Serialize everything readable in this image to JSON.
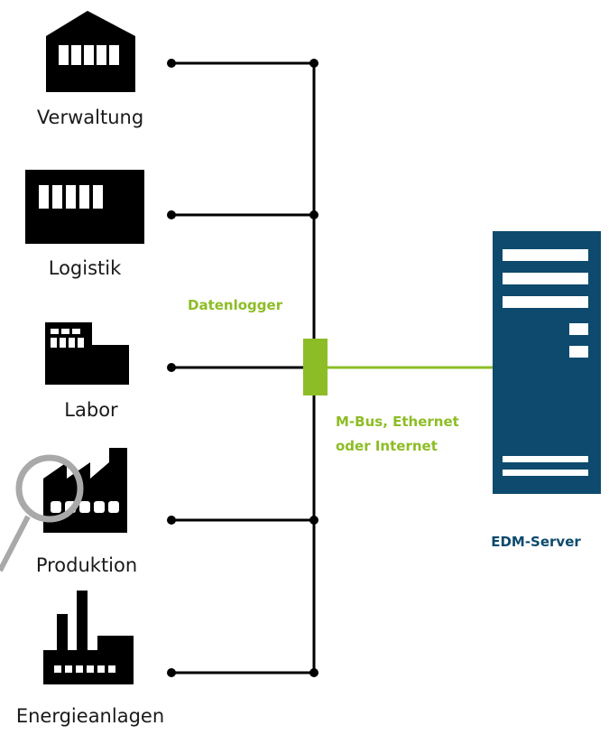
{
  "buildings": [
    {
      "id": "verwaltung",
      "label": "Verwaltung",
      "icon": "office-building-icon"
    },
    {
      "id": "logistik",
      "label": "Logistik",
      "icon": "warehouse-icon"
    },
    {
      "id": "labor",
      "label": "Labor",
      "icon": "lab-building-icon"
    },
    {
      "id": "produktion",
      "label": "Produktion",
      "icon": "factory-icon"
    },
    {
      "id": "energieanlagen",
      "label": "Energieanlagen",
      "icon": "power-plant-icon"
    }
  ],
  "datalogger": {
    "label": "Datenlogger"
  },
  "connection": {
    "line1": "M-Bus, Ethernet",
    "line2": "oder Internet"
  },
  "server": {
    "label": "EDM-Server",
    "icon": "server-tower-icon"
  },
  "decoration": {
    "icon": "magnifier-icon"
  },
  "colors": {
    "line": "#000000",
    "icon": "#000000",
    "accent_green": "#8dbd26",
    "server": "#0d4a6e",
    "magnifier": "#a9a9a9"
  }
}
